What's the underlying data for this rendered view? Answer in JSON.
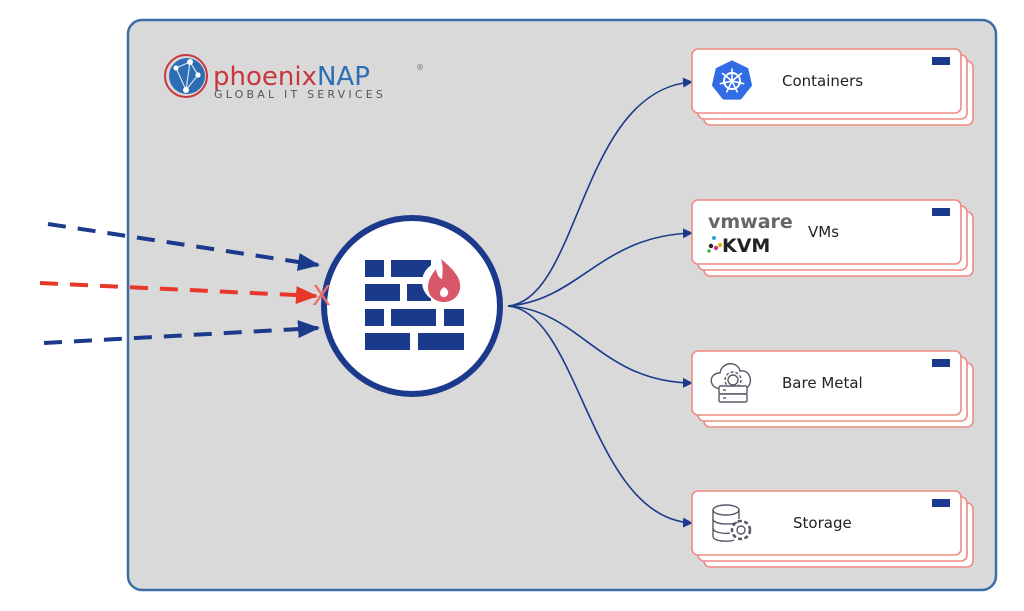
{
  "logo": {
    "brand_part1": "phoenix",
    "brand_part2": "NAP",
    "registered": "®",
    "tagline": "GLOBAL IT SERVICES",
    "icon": "globe-network-icon",
    "colors": {
      "part1": "#c8373d",
      "part2": "#2d6db5"
    }
  },
  "firewall": {
    "icon": "firewall-icon",
    "flame_icon": "flame-icon",
    "blocked_marker": "X"
  },
  "incoming_traffic": [
    {
      "type": "allowed",
      "color": "#1b3a8c"
    },
    {
      "type": "blocked",
      "color": "#e8382b"
    },
    {
      "type": "allowed",
      "color": "#1b3a8c"
    }
  ],
  "targets": [
    {
      "label": "Containers",
      "icon": "kubernetes-icon"
    },
    {
      "label": "VMs",
      "icon": "vmware-kvm-logo",
      "logo_top": "vmware",
      "logo_bottom": "KVM"
    },
    {
      "label": "Bare Metal",
      "icon": "cloud-server-icon"
    },
    {
      "label": "Storage",
      "icon": "database-gear-icon"
    }
  ],
  "colors": {
    "panel_bg": "#d9d9d9",
    "panel_border": "#3a6ea5",
    "navy": "#1b3a8c",
    "card_border": "#ef8a84",
    "flame": "#d9576a"
  }
}
